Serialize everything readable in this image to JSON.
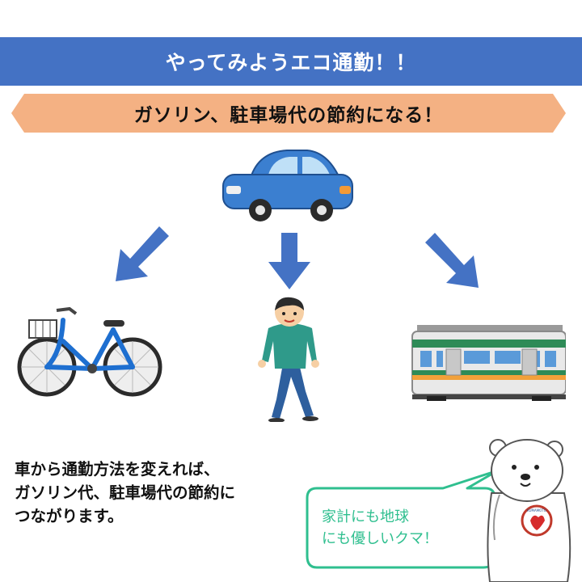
{
  "title": "やってみようエコ通勤！！",
  "subtitle": "ガソリン、駐車場代の節約になる！",
  "body_lines": [
    "車から通勤方法を変えれば、",
    "ガソリン代、駐車場代の節約に",
    "つながります。"
  ],
  "bubble_lines": [
    "家計にも地球",
    "にも優しいクマ！"
  ],
  "mascot_badge": "KUMAMOTO",
  "colors": {
    "title_bg": "#4472c4",
    "subtitle_bg": "#f4b183",
    "arrow": "#4472c4",
    "bubble_border": "#2fbf8f"
  }
}
